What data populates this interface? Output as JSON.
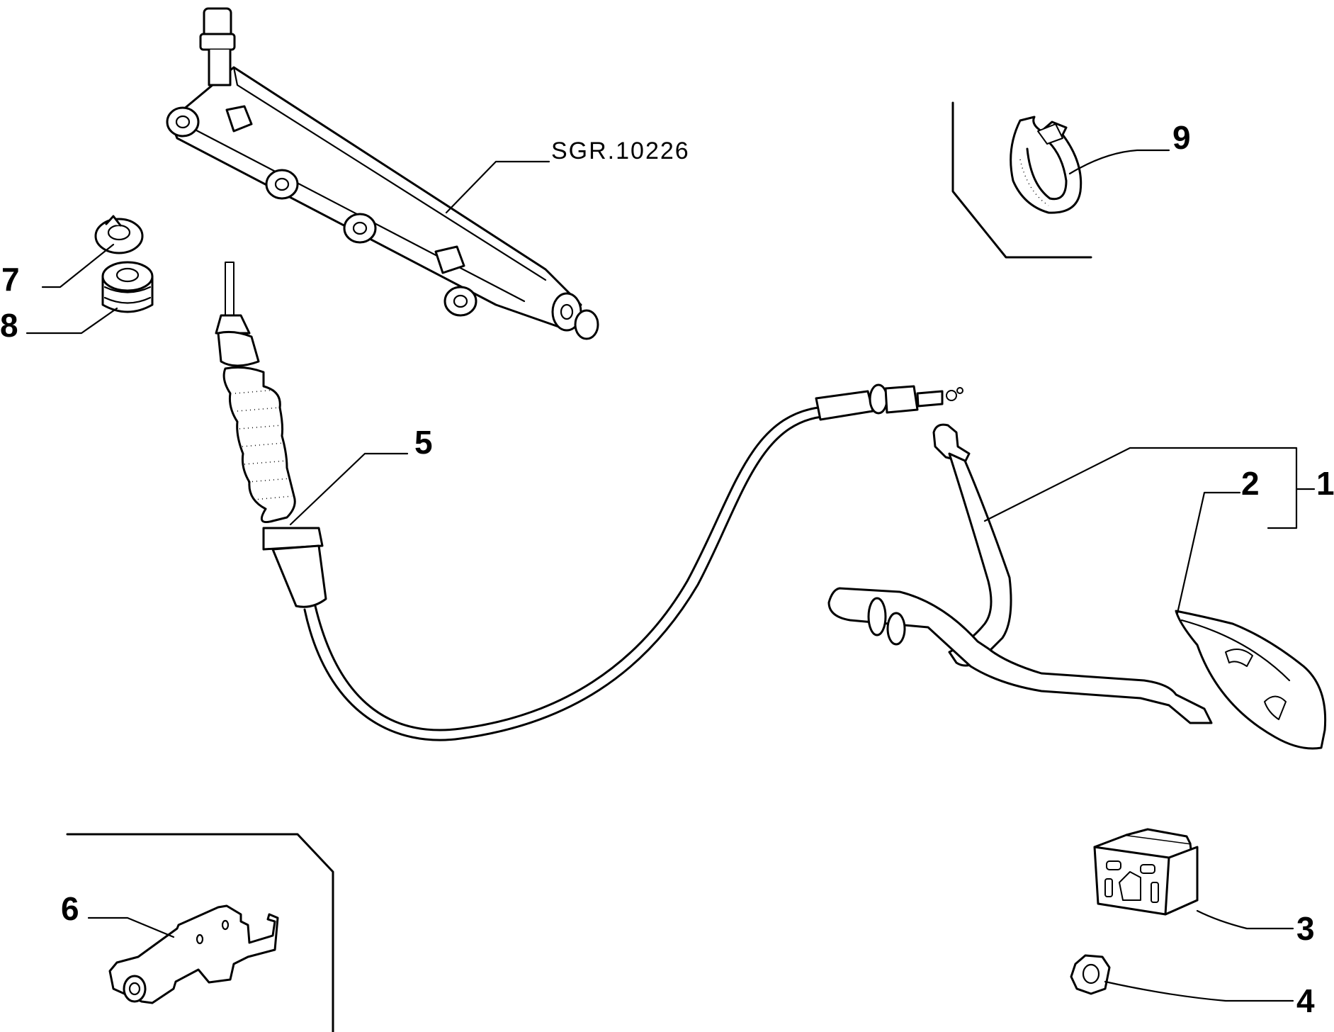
{
  "diagram": {
    "reference_label": "SGR.10226",
    "callouts": [
      {
        "id": "1",
        "label": "1"
      },
      {
        "id": "2",
        "label": "2"
      },
      {
        "id": "3",
        "label": "3"
      },
      {
        "id": "4",
        "label": "4"
      },
      {
        "id": "5",
        "label": "5"
      },
      {
        "id": "6",
        "label": "6"
      },
      {
        "id": "7",
        "label": "7"
      },
      {
        "id": "8",
        "label": "8"
      },
      {
        "id": "9",
        "label": "9"
      }
    ]
  }
}
